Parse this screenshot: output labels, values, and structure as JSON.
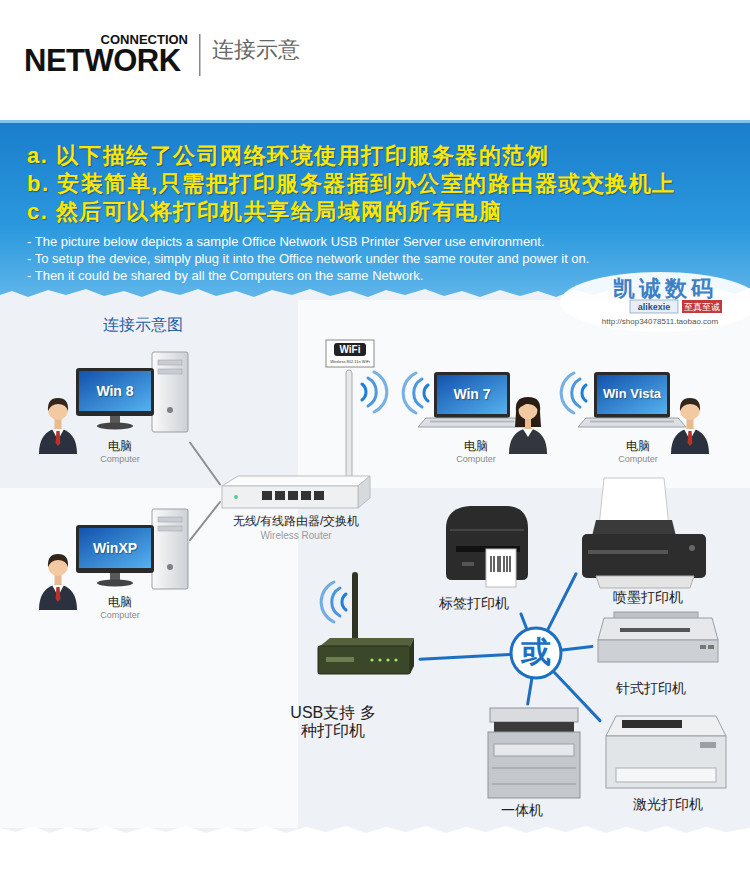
{
  "diagram": {
    "title": "连接示意",
    "nodes": [
      {
        "text": [
          "a. 以下描绘了公司网络环境使用打印服务器的范例",
          "b. 安装简单,只需把打印服务器插到办公室的路由器或交换机上",
          "c. 然后可以将打印机共享给局域网的所有电脑",
          "- The picture below depicts a sample Office Network USB Printer Server use environment.",
          "- To setup the device, simply plug it into the Office network under the same router and power it on.",
          "- Then it could be shared by all the Computers on the same Network."
        ]
      },
      {
        "text": [
          "Win 8",
          "电脑",
          "Computer"
        ]
      },
      {
        "text": [
          "Win 7",
          "电脑",
          "Computer"
        ]
      },
      {
        "text": [
          "Win Vista",
          "电脑",
          "Computer"
        ]
      },
      {
        "text": [
          "无线/有线路由器/交换机",
          "Wireless Router"
        ]
      },
      {
        "text": [
          "WinXP",
          "电脑",
          "Computer"
        ]
      },
      {
        "text": [
          "标签打印机"
        ]
      },
      {
        "text": [
          "喷墨打印机"
        ]
      },
      {
        "text": [
          "USB支持 多种打印机"
        ]
      },
      {
        "text": [
          "或"
        ]
      },
      {
        "text": [
          "针式打印机"
        ]
      },
      {
        "text": [
          "一体机"
        ]
      },
      {
        "text": [
          "激光打印机"
        ]
      }
    ],
    "edges": [
      {
        "from": 1,
        "to": 4,
        "arrow": "none"
      },
      {
        "from": 5,
        "to": 4,
        "arrow": "none"
      },
      {
        "from": 8,
        "to": 9,
        "arrow": "none"
      },
      {
        "from": 9,
        "to": 6,
        "arrow": "none"
      },
      {
        "from": 9,
        "to": 7,
        "arrow": "none"
      },
      {
        "from": 9,
        "to": 10,
        "arrow": "none"
      },
      {
        "from": 9,
        "to": 11,
        "arrow": "none"
      },
      {
        "from": 9,
        "to": 12,
        "arrow": "none"
      }
    ],
    "labels": [
      "CONNECTION",
      "NETWORK",
      "连接示意图",
      "WiFi",
      "Wireless 802.11n WiFi",
      "凯诚数码",
      "alikexie",
      "至真至诚",
      "http://shop34078511.taobao.com"
    ]
  }
}
